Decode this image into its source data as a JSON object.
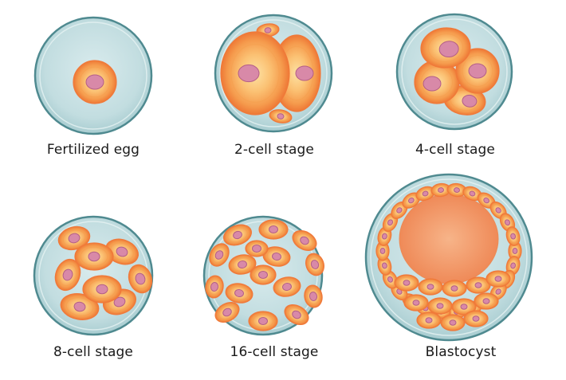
{
  "stages": [
    {
      "label": "Fertilized egg",
      "cells": 1
    },
    {
      "label": "2-cell stage",
      "cells": 2
    },
    {
      "label": "4-cell stage",
      "cells": 4
    },
    {
      "label": "8-cell stage",
      "cells": 8
    },
    {
      "label": "16-cell stage",
      "cells": 16
    },
    {
      "label": "Blastocyst",
      "cells": null
    }
  ],
  "colors": {
    "zona_outer": "#4f8a90",
    "zona_fill": "#c2dde0",
    "cell_outer": "#f0793a",
    "cell_mid": "#f5a04e",
    "cell_inner": "#fbd58a",
    "nucleus": "#d889a8",
    "nucleus_stroke": "#b45e86",
    "blastocoel": "#f4a070",
    "label_text": "#1a1a1a"
  }
}
